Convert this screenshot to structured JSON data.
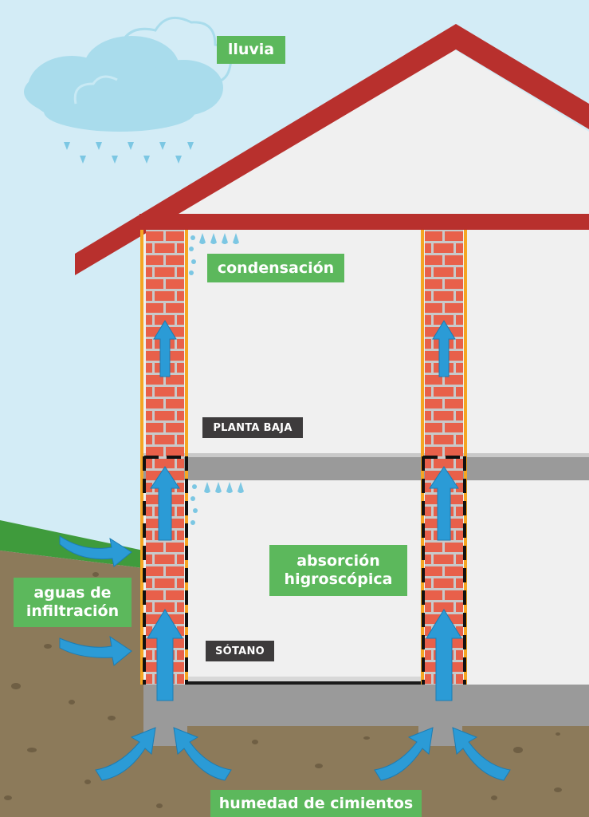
{
  "labels": {
    "rain": "lluvia",
    "condensation": "condensación",
    "hygroscopic": "absorción\nhigroscópica",
    "infiltration": "aguas de\ninfiltración",
    "foundation": "humedad de cimientos"
  },
  "floors": {
    "ground": "PLANTA BAJA",
    "basement": "SÓTANO"
  },
  "colors": {
    "sky": "#d3ecf6",
    "roof": "#b8302d",
    "wall": "#f0f0f0",
    "brick": "#e8604a",
    "mortar": "#c9c9c9",
    "slab": "#9a9a9a",
    "soil": "#8c7a5a",
    "grass": "#3f9b3c",
    "arrow": "#2b9bd6",
    "label": "#5cb85c",
    "tag": "#3d3b3c",
    "cloud": "#a9dcec",
    "drop": "#7cc7e3"
  }
}
